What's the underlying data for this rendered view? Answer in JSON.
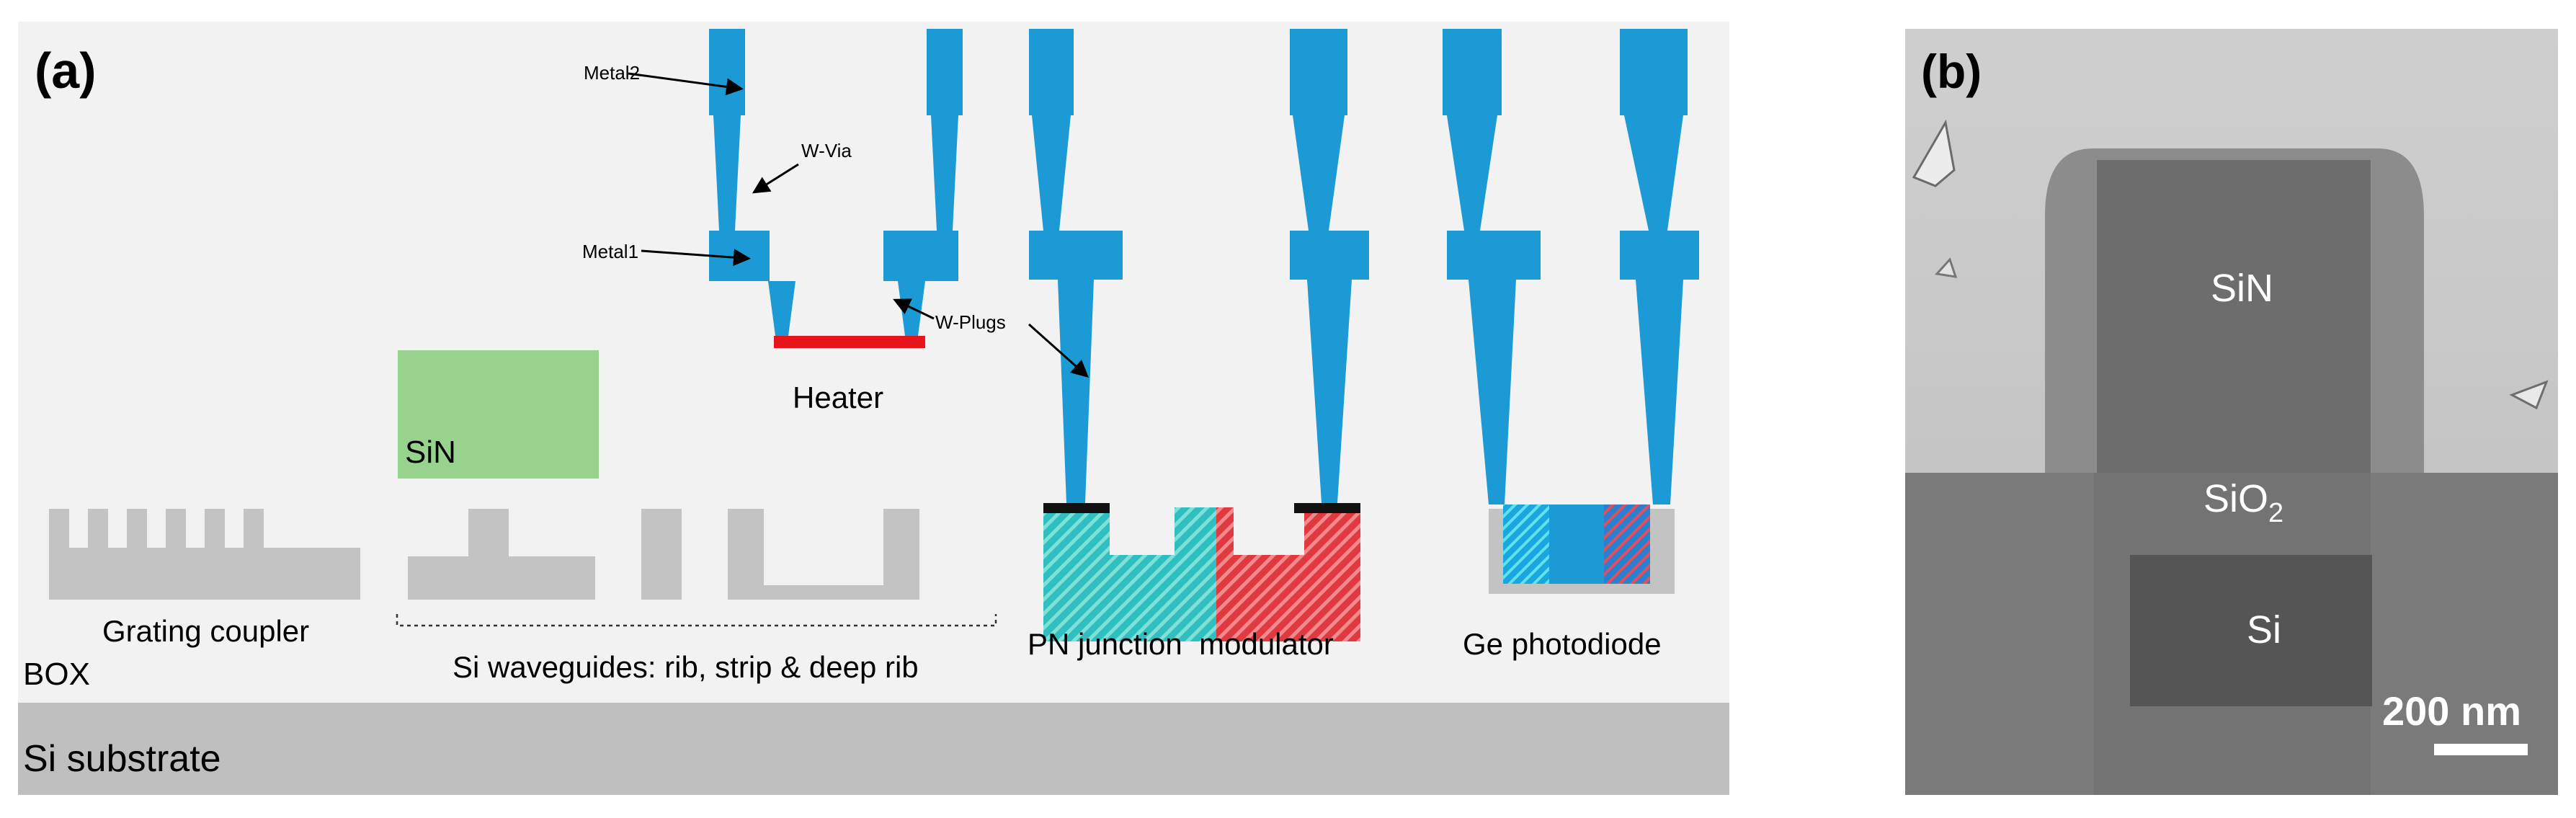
{
  "panel_a": {
    "label": "(a)",
    "layers": {
      "box": "BOX",
      "substrate": "Si substrate"
    },
    "components": {
      "grating": "Grating coupler",
      "waveguides": "Si waveguides: rib, strip & deep rib",
      "sin_block": "SiN",
      "pn_modulator": "PN junction  modulator",
      "photodiode": "Ge photodiode",
      "heater": "Heater"
    },
    "annotations": {
      "metal2": "Metal2",
      "wvia": "W-Via",
      "metal1": "Metal1",
      "wplugs": "W-Plugs"
    }
  },
  "panel_b": {
    "label": "(b)",
    "layers": {
      "sin": "SiN",
      "sio2": "SiO",
      "sio2_sub": "2",
      "si": "Si"
    },
    "scalebar": "200 nm"
  },
  "colors": {
    "metal": "#1b9ad6",
    "heater": "#e8141c",
    "sin": "#97d38c",
    "silicon": "#c3c3c3",
    "substrate": "#bfbfbf",
    "box": "#f2f2f2",
    "n_doped": "#3cc7c2",
    "p_doped": "#e8464a"
  },
  "icons": [
    "arrow-icon"
  ]
}
